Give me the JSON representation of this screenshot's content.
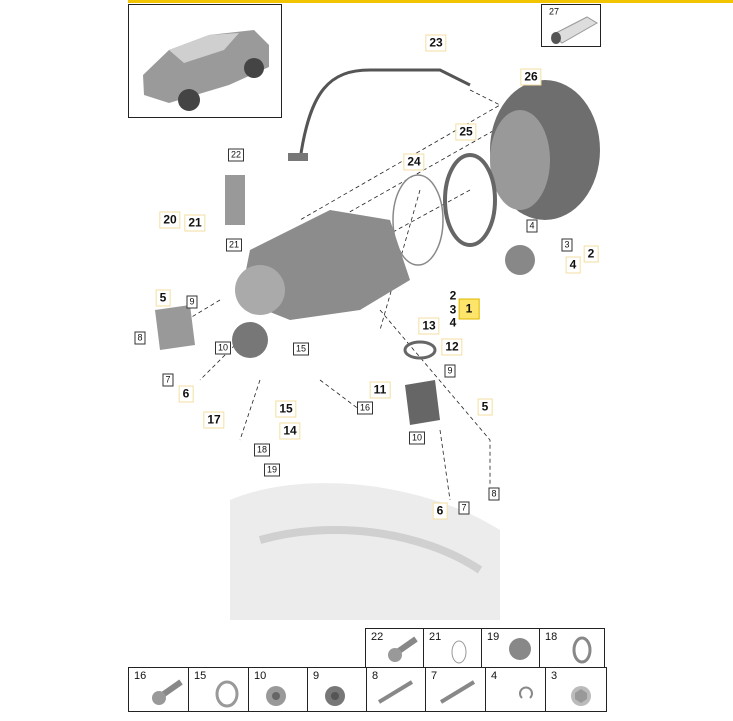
{
  "callouts": {
    "c23": "23",
    "c26": "26",
    "c25": "25",
    "c24": "24",
    "c22": "22",
    "c20": "20",
    "c21b": "21",
    "c21": "21",
    "c4a": "4",
    "c3a": "3",
    "c2a": "2",
    "c4b": "4",
    "c5a": "5",
    "c9a": "9",
    "c8a": "8",
    "c10a": "10",
    "c7a": "7",
    "c6a": "6",
    "c15a": "15",
    "c2b": "2",
    "c3b": "3",
    "c4c": "4",
    "c1": "1",
    "c13": "13",
    "c12": "12",
    "c11": "11",
    "c9b": "9",
    "c5b": "5",
    "c16": "16",
    "c15b": "15",
    "c14": "14",
    "c17": "17",
    "c18": "18",
    "c19": "19",
    "c10b": "10",
    "c8b": "8",
    "c6b": "6",
    "c7b": "7",
    "c27": "27"
  },
  "parts_table": {
    "row1": [
      "22",
      "21",
      "19",
      "18"
    ],
    "row2": [
      "16",
      "15",
      "10",
      "9",
      "8",
      "7",
      "4",
      "3"
    ]
  },
  "colors": {
    "accent": "#f2c400",
    "highlight": "#fde46a"
  }
}
